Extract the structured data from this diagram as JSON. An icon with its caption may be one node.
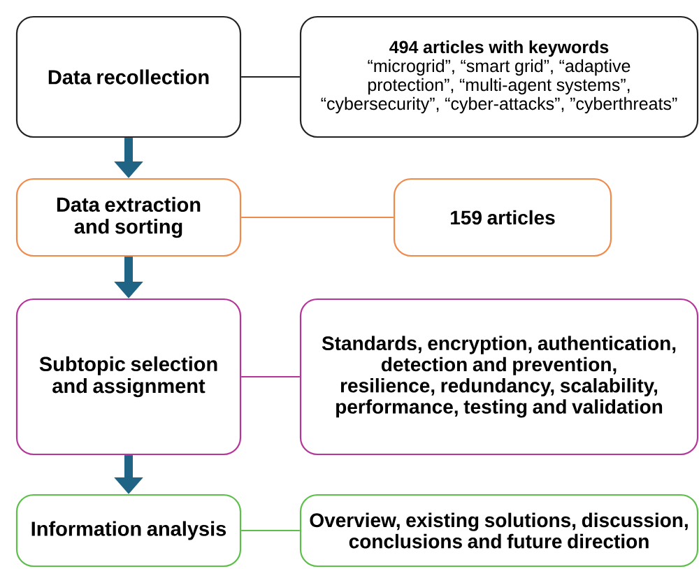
{
  "diagram": {
    "nodes": [
      {
        "text": [
          "Data recollection"
        ]
      },
      {
        "text": [
          "494 articles with keywords",
          "“microgrid”, “smart grid”, “adaptive protection”, “multi-agent systems”, “cybersecurity”, “cyber-attacks”, ”cyberthreats”"
        ]
      },
      {
        "text": [
          "Data extraction and sorting"
        ]
      },
      {
        "text": [
          "159 articles"
        ]
      },
      {
        "text": [
          "Subtopic selection and assignment"
        ]
      },
      {
        "text": [
          "Standards, encryption, authentication, detection and prevention, resilience, redundancy, scalability, performance, testing and validation"
        ]
      },
      {
        "text": [
          "Information analysis"
        ]
      },
      {
        "text": [
          "Overview, existing solutions, discussion, conclusions and future direction"
        ]
      }
    ],
    "edges": [
      {
        "from": 0,
        "to": 1,
        "arrow": "none",
        "color": "#222222"
      },
      {
        "from": 0,
        "to": 2,
        "arrow": "to",
        "style": "thick",
        "color": "#1f6485"
      },
      {
        "from": 2,
        "to": 3,
        "arrow": "none",
        "color": "#f08a4b"
      },
      {
        "from": 2,
        "to": 4,
        "arrow": "to",
        "style": "thick",
        "color": "#1f6485"
      },
      {
        "from": 4,
        "to": 5,
        "arrow": "none",
        "color": "#b5359a"
      },
      {
        "from": 4,
        "to": 6,
        "arrow": "to",
        "style": "thick",
        "color": "#1f6485"
      },
      {
        "from": 6,
        "to": 7,
        "arrow": "none",
        "color": "#5cbf4a"
      }
    ]
  }
}
